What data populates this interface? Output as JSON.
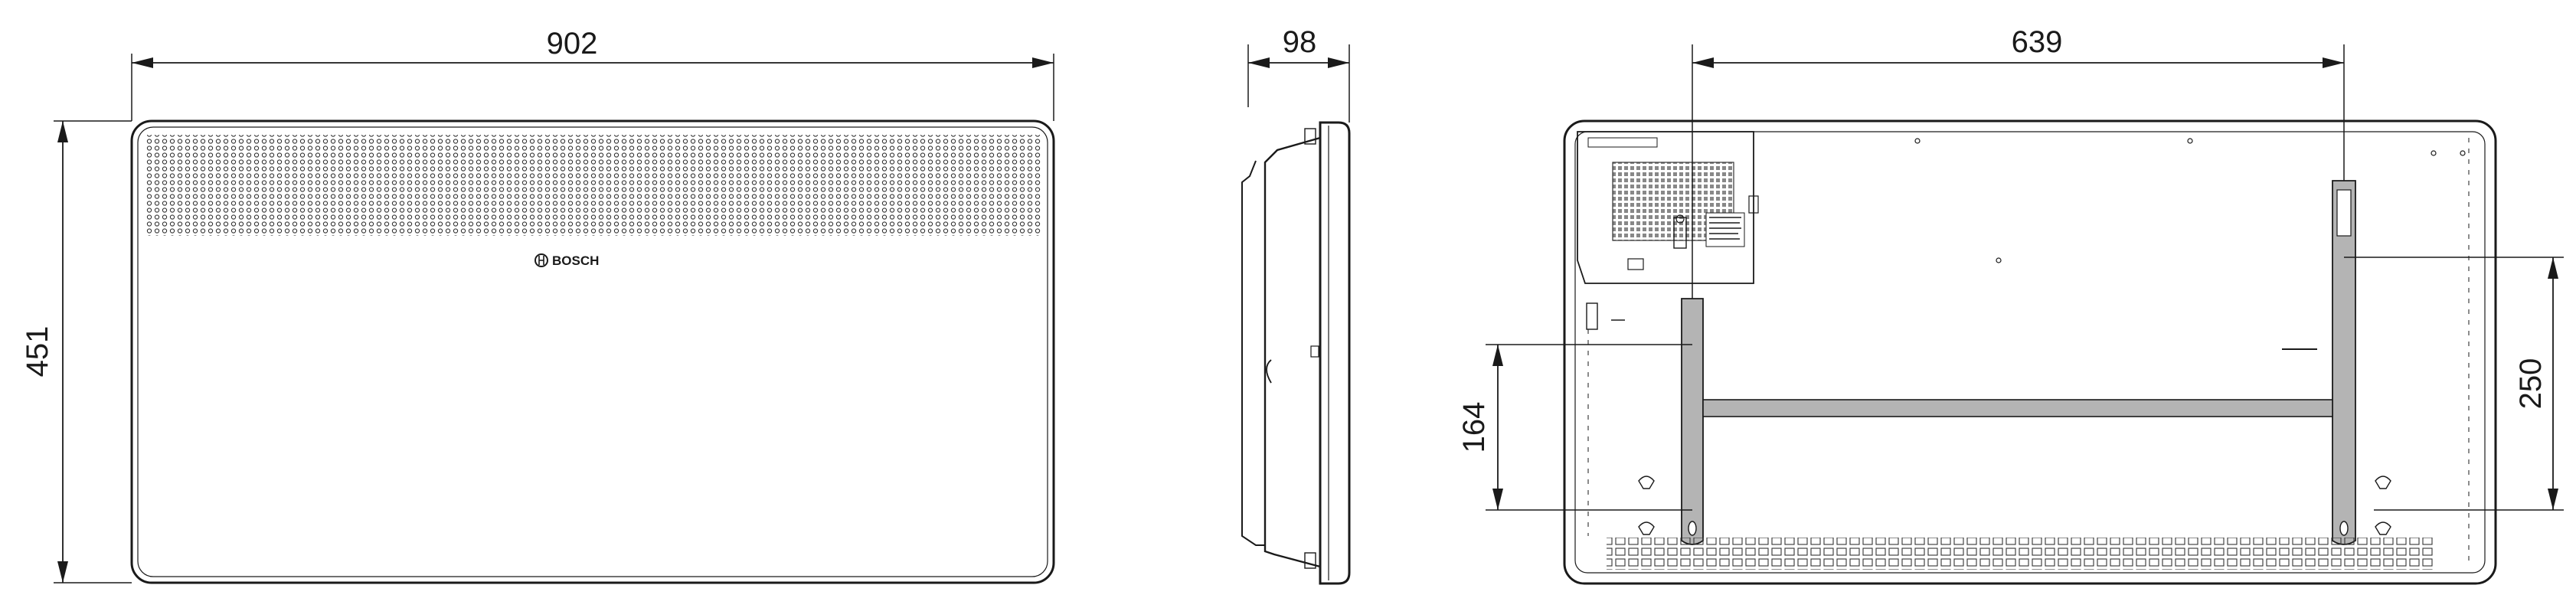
{
  "front_view": {
    "width_label": "902",
    "height_label": "451",
    "brand": "BOSCH"
  },
  "side_view": {
    "depth_label": "98"
  },
  "rear_view": {
    "bracket_spacing_label": "639",
    "left_mount_height_label": "164",
    "right_mount_height_label": "250"
  },
  "colors": {
    "line": "#1a1a1a",
    "bracket_fill": "#b4b4b4"
  }
}
